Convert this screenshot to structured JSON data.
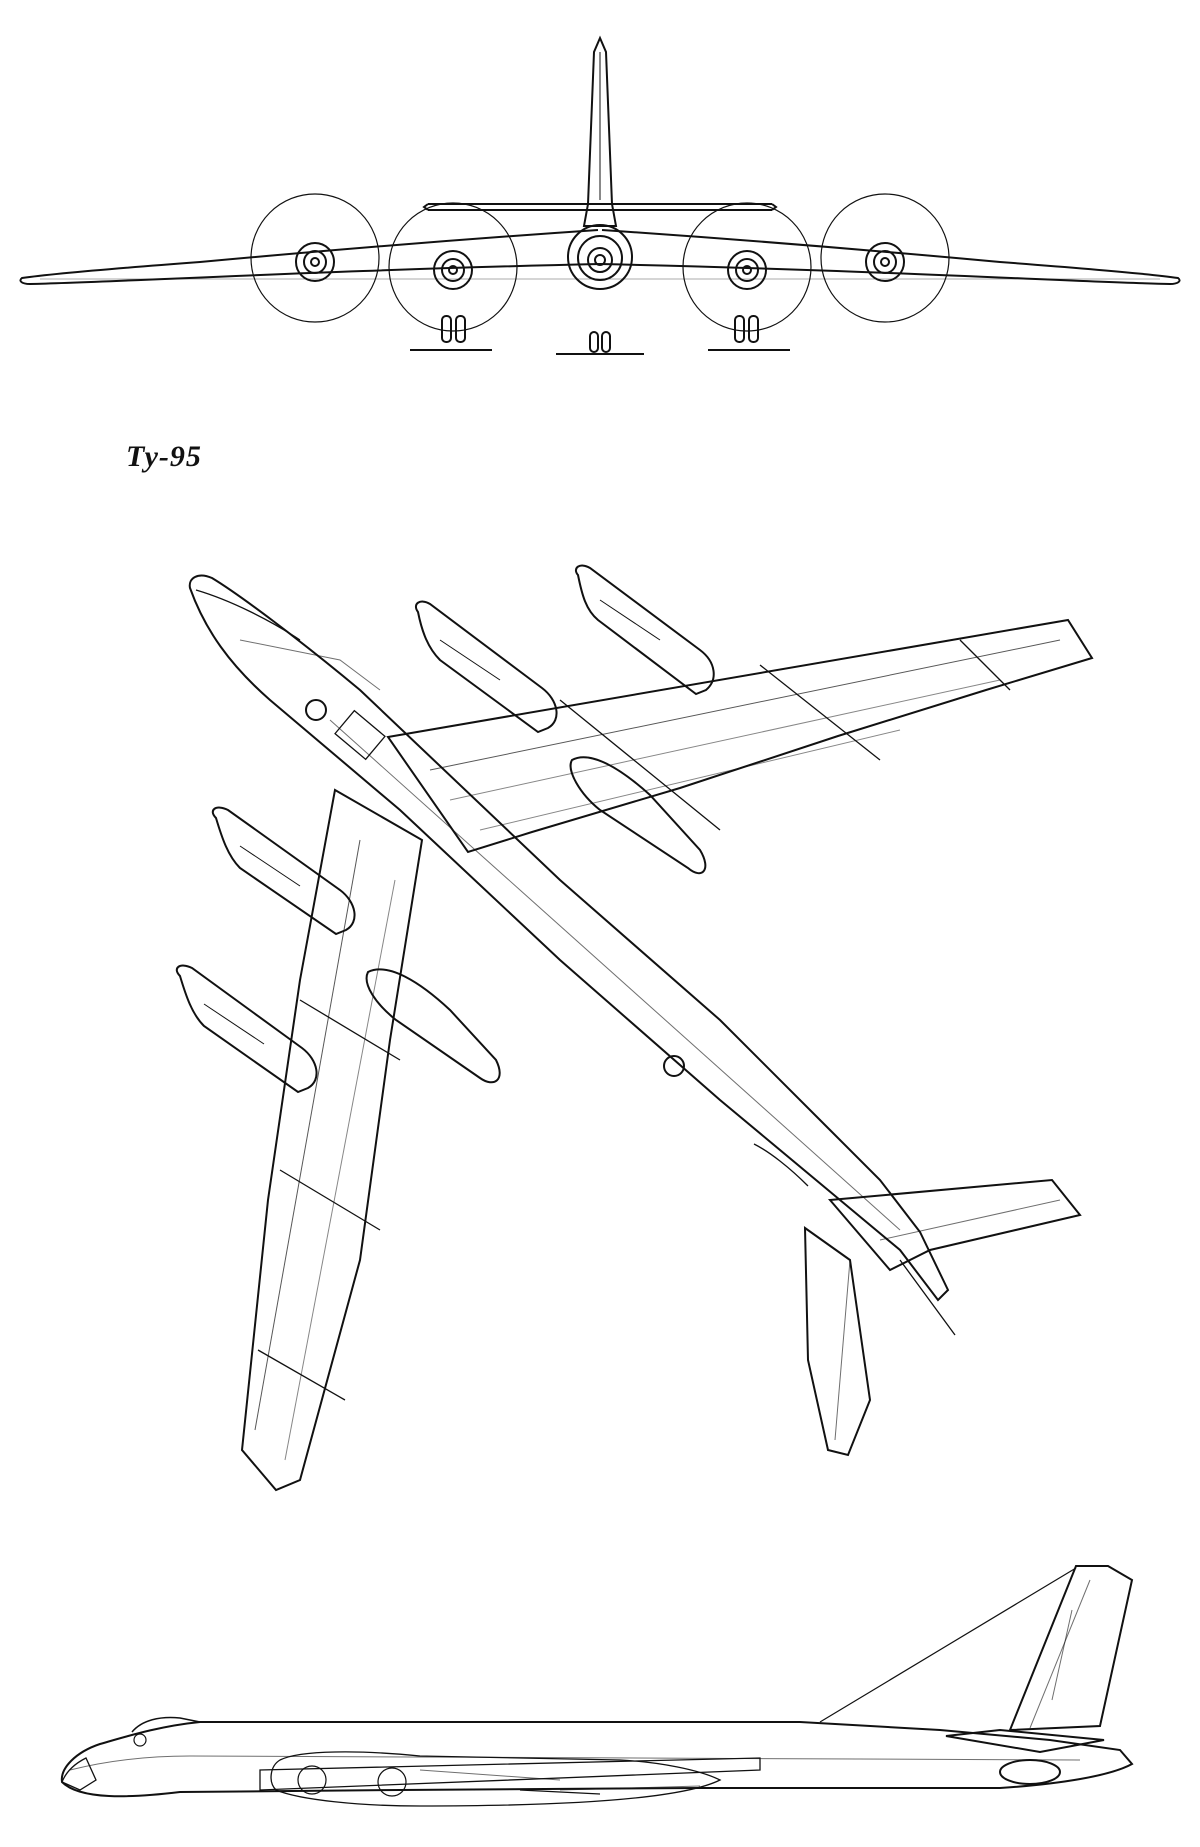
{
  "drawing": {
    "caption": "Ту-95",
    "views": [
      "front-view",
      "top-view",
      "side-view"
    ],
    "line_color": "#111111",
    "background": "#ffffff"
  }
}
